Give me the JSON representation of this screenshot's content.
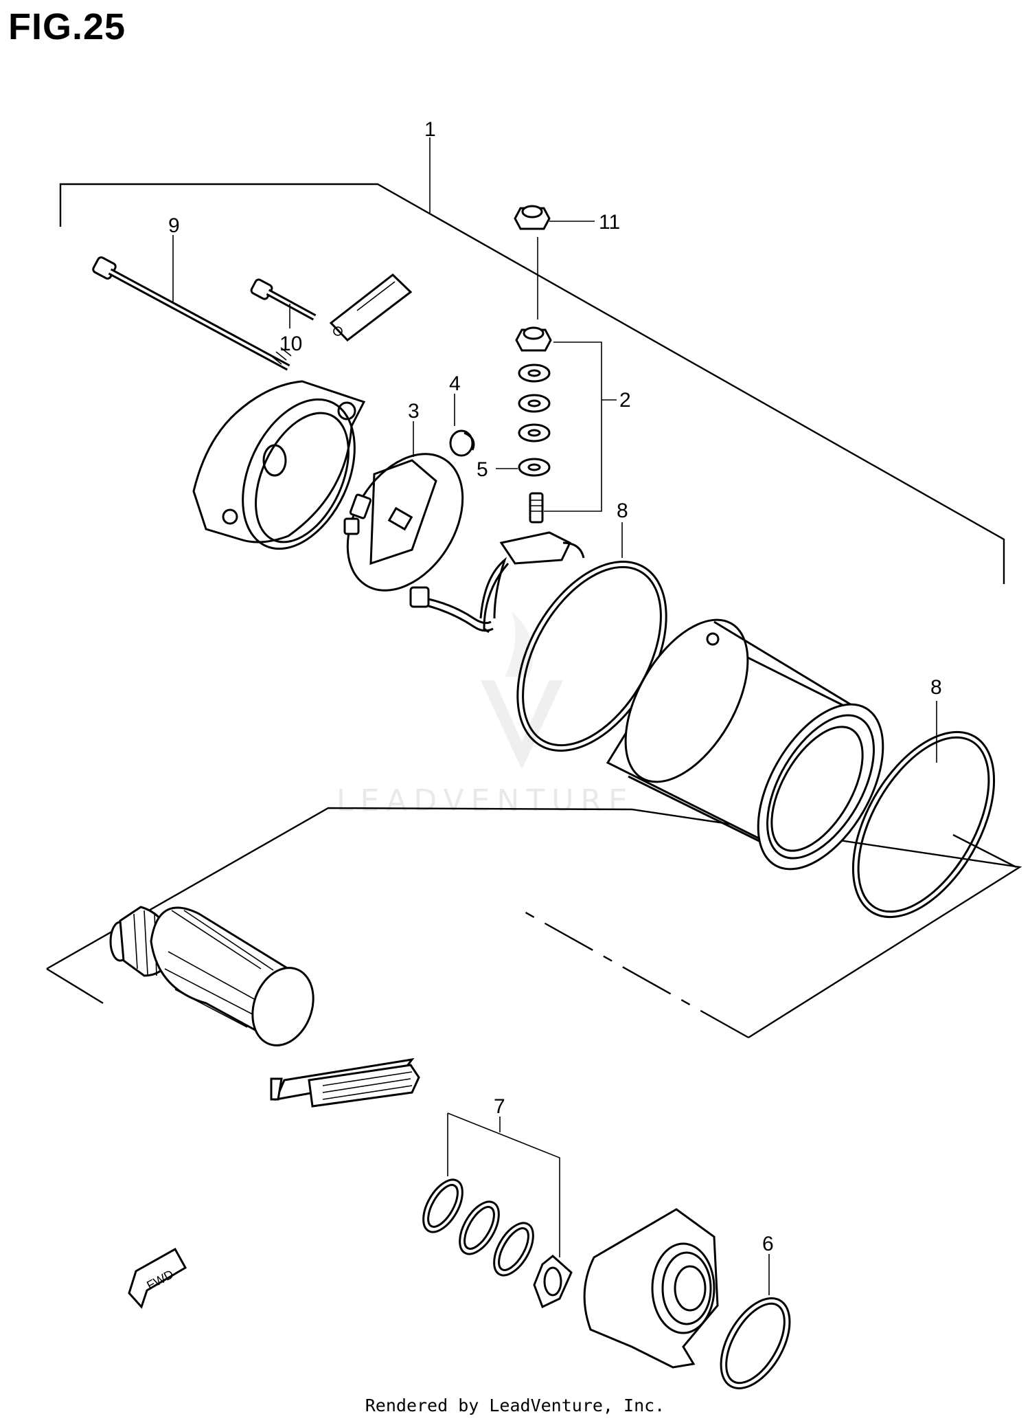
{
  "figure": {
    "title": "FIG.25"
  },
  "callouts": [
    "1",
    "2",
    "3",
    "4",
    "5",
    "6",
    "7",
    "8",
    "8",
    "9",
    "10",
    "11"
  ],
  "watermark": {
    "text": "LEADVENTURE"
  },
  "direction_badge": {
    "text": "FWD"
  },
  "footer": {
    "text": "Rendered by LeadVenture, Inc."
  }
}
